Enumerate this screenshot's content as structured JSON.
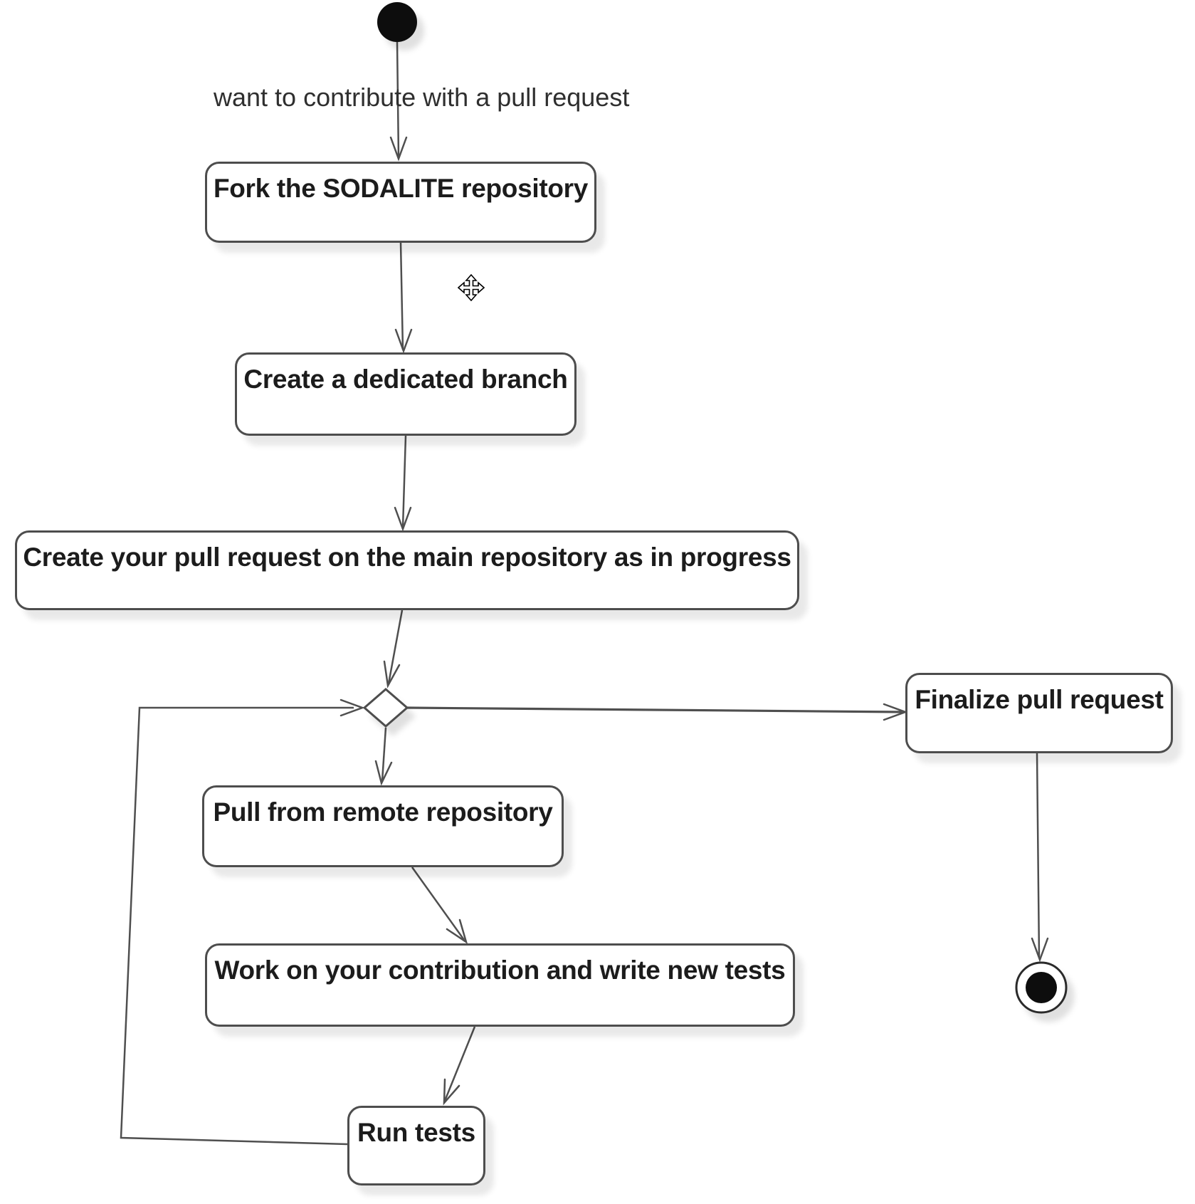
{
  "colors": {
    "background": "#ffffff",
    "node_fill": "#ffffff",
    "stroke": "#4d4d4d",
    "text": "#1c1c1c",
    "shadow": "rgba(0,0,0,0.10)"
  },
  "edge_label": "want to contribute with a pull request",
  "nodes": {
    "start": {
      "type": "initial-node"
    },
    "fork": {
      "label": "Fork the SODALITE repository"
    },
    "branch": {
      "label": "Create a dedicated branch"
    },
    "pr_in_progress": {
      "label": "Create your pull request on the main repository as in progress"
    },
    "finalize": {
      "label": "Finalize pull request"
    },
    "pull_remote": {
      "label": "Pull from remote repository"
    },
    "work_tests": {
      "label": "Work on your contribution and write new tests"
    },
    "run_tests": {
      "label": "Run tests"
    },
    "decision": {
      "type": "decision-diamond"
    },
    "end": {
      "type": "final-node"
    }
  },
  "icons": {
    "cursor": "move-cursor-icon"
  }
}
